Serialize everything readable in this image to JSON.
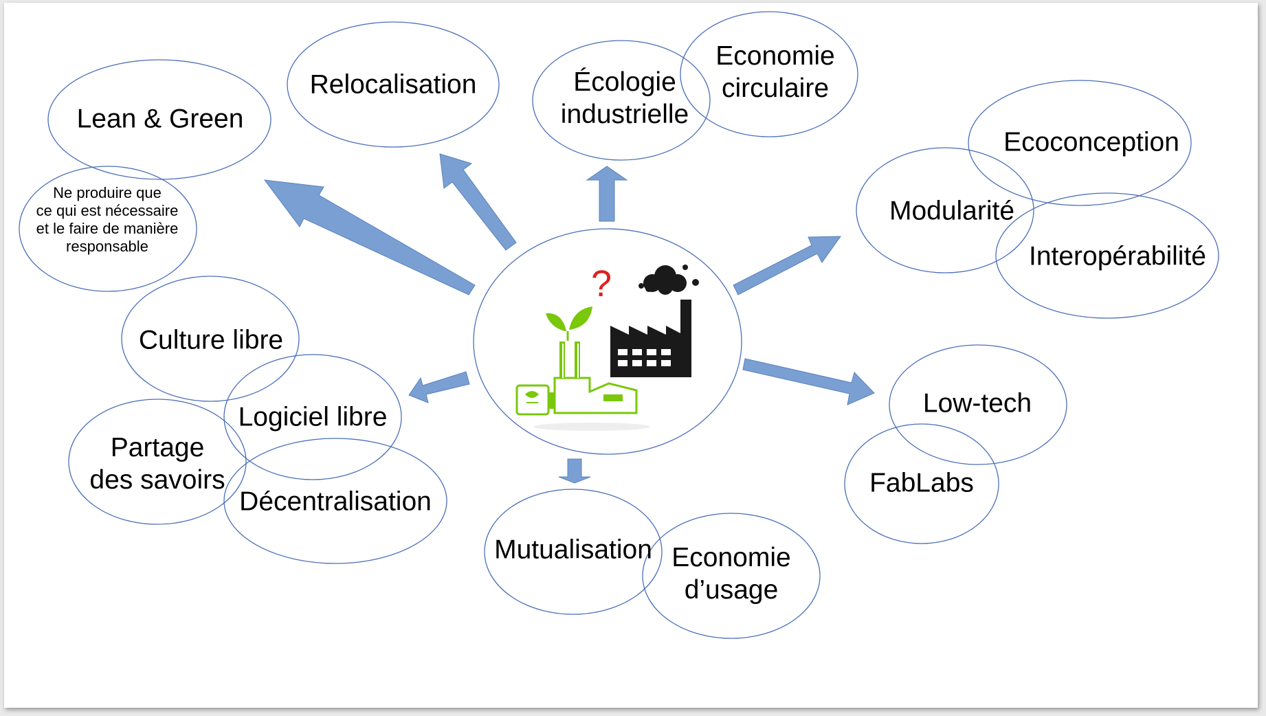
{
  "nodes": {
    "lean_green": "Lean & Green",
    "lean_note": [
      "Ne produire que",
      "ce qui est nécessaire",
      "et le faire de manière",
      "responsable"
    ],
    "relocalisation": "Relocalisation",
    "ecologie": [
      "Écologie",
      "industrielle"
    ],
    "economie_circulaire": [
      "Economie",
      "circulaire"
    ],
    "ecoconception": "Ecoconception",
    "modularite": "Modularité",
    "interoperabilite": "Interopérabilité",
    "culture_libre": "Culture libre",
    "logiciel_libre": "Logiciel libre",
    "partage": [
      "Partage",
      "des savoirs"
    ],
    "decentralisation": "Décentralisation",
    "mutualisation": "Mutualisation",
    "economie_usage": [
      "Economie",
      "d’usage"
    ],
    "low_tech": "Low-tech",
    "fablabs": "FabLabs"
  },
  "center_icon": {
    "question_mark": "?",
    "icons": [
      "green-factory-icon",
      "factory-smoke-icon"
    ],
    "colors": {
      "green": "#7ac70c",
      "dark": "#1a1a1a",
      "question": "#e02020"
    }
  },
  "colors": {
    "ellipse_stroke": "#4a6fb8",
    "arrow_fill": "#7a9fd3",
    "arrow_stroke": "#5a83bd"
  }
}
